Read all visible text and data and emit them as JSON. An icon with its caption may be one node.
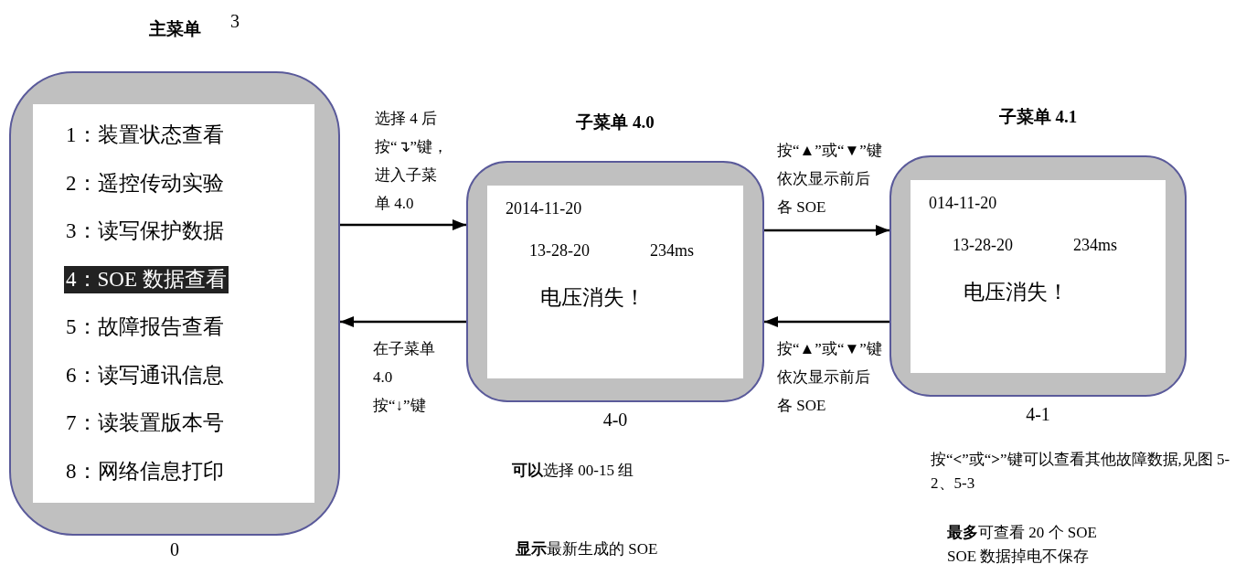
{
  "diagram": {
    "nodes": [
      {
        "text": [
          "主菜单",
          "1：装置状态查看",
          "2：遥控传动实验",
          "3：读写保护数据",
          "4：SOE 数据查看",
          "5：故障报告查看",
          "6：读写通讯信息",
          "7：读装置版本号",
          "8：网络信息打印"
        ],
        "beside": [
          "0"
        ]
      },
      {
        "text": [
          "子菜单 4.0",
          "2014-11-20",
          "13-28-20",
          "234ms",
          "电压消失！"
        ],
        "beside": [
          "4-0"
        ]
      },
      {
        "text": [
          "子菜单 4.1",
          "014-11-20",
          "13-28-20",
          "234ms",
          "电压消失！"
        ],
        "beside": [
          "4-1"
        ]
      }
    ],
    "edges": [
      {
        "from": 0,
        "to": 1,
        "arrow": "to",
        "label": "选择 4 后按“↴”键，进入子菜单 4.0"
      },
      {
        "from": 1,
        "to": 0,
        "arrow": "to",
        "label": "在子菜单 4.0 按“↓”键"
      },
      {
        "from": 1,
        "to": 2,
        "arrow": "to",
        "label": "按“▲”或“▼”键依次显示前后各 SOE"
      },
      {
        "from": 2,
        "to": 1,
        "arrow": "to",
        "label": "按“▲”或“▼”键依次显示前后各 SOE"
      }
    ],
    "labels": [
      "3",
      "**可以**选择 00-15 组",
      "**显示**最新生成的 SOE",
      "按“**<**”或“**>**”键可以查看其他故障数据,见图 5-2、5-3",
      "**最多**可查看 20 个 SOE",
      "SOE 数据掉电不保存"
    ]
  }
}
